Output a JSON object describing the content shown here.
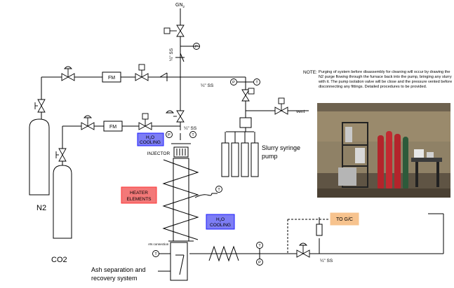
{
  "labels": {
    "gn2": "GN",
    "gn2_sub": "2",
    "pipe_quarter_ss_1": "¼\" SS",
    "pipe_quarter_ss_2": "¼\" SS",
    "pipe_quarter_ss_3": "¼\" SS",
    "pipe_quarter_ss_4": "¼\" SS",
    "fm": "FM",
    "vent": "vent",
    "slurry_pump": [
      "Slurry syringe",
      "pump"
    ],
    "cooling_top": {
      "line1a": "H",
      "line1b": "2",
      "line1c": "O",
      "line2": "COOLING"
    },
    "injector": "INJECTOR",
    "heater": [
      "HEATER",
      "ELEMENTS"
    ],
    "cooling_mid": {
      "line1a": "H",
      "line1b": "2",
      "line1c": "O",
      "line2": "COOLING"
    },
    "to_gc": "TO G/C",
    "an_connection": "AN connection",
    "n2": "N2",
    "co2": "CO2",
    "ash": [
      "Ash separation and",
      "recovery system"
    ],
    "p": "P",
    "t": "T"
  },
  "note": {
    "label": "NOTE:",
    "text": "Purging of system before disassembly for cleaning will occur by drawing the N2 purge flowing through the furnace back into the pump, bringing any slurry with it.  The pump isolation valve will be close and the pressure vented before disconnecting any fittings.  Detailed procedures to be provided."
  },
  "colors": {
    "cooling_fill": "#7d7df5",
    "heater_fill": "#f37878",
    "to_gc_fill": "#f7c38e",
    "line": "#000000"
  }
}
